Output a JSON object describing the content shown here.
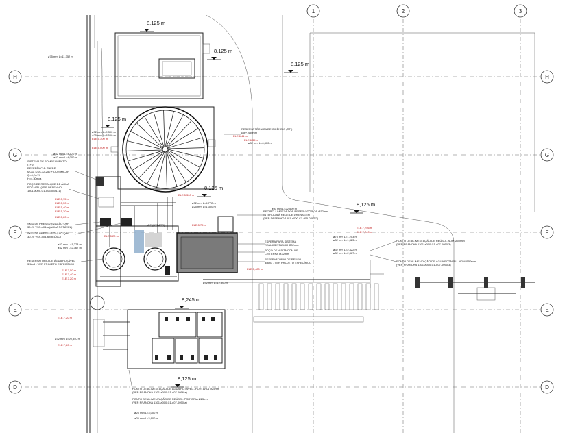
{
  "grid": {
    "columns": [
      "1",
      "2",
      "3"
    ],
    "rows": [
      "H",
      "G",
      "F",
      "E",
      "D"
    ]
  },
  "levels": [
    "8,125 m",
    "8,125 m",
    "8,125 m",
    "8,125 m",
    "8,125 m",
    "8,125 m",
    "8,245 m",
    "8,125 m"
  ],
  "notes": {
    "reserva_tecnica": "RESERVA TÉCNICA DE INCÊNDIO (RTI)",
    "reserva_tecnica_2": "Ø8P. 480mm",
    "sistema_bombeamento": "SISTEMA DE BOMBEAMENTO",
    "sistema_bombeamento_2": "(1+1)",
    "sistema_bombeamento_3": "REFERÊNCIA: THEBE",
    "sistema_bombeamento_4": "MOD. KSS-32-250 + OU SIMILAR",
    "sistema_bombeamento_5": "Q=4,2m³/h",
    "sistema_bombeamento_6": "H=x.30mca",
    "poco_recalque": "POÇO DE RECALQUE DE ÁGUA",
    "poco_recalque_2": "POTÁVEL (VER DESENHO",
    "poco_recalque_3": "1301-a000-C1-d05-0281-1)",
    "skid_1": "SKID DE PRESSURIZAÇÃO QPR",
    "skid_1b": "30-20 VSS-d04-a (ÁGUA POTÁVEL)",
    "skid_2": "SKID DE PRESSURIZAÇÃO QPR",
    "skid_2b": "30-20 VSS-d04-a (REÚSO)",
    "reservatorio_potavel": "RESERVATÓRIO DE ÁGUA POTÁVEL",
    "reservatorio_potavel_2": "3/4m3 - VER PROJETO ESPECÍFICO",
    "bypass": "M.F (BYPASS)",
    "limpeza": "RECIRC. LIMPEZA DOS RESERVATÓRIOS Ø32mm",
    "limpeza_2": "INTERLIGA À REDE DE DRENAGEM",
    "limpeza_3": "(VER DESENHO 1301-a000-C1-d05-0292/2)",
    "espera_sistema": "ESPERA PARA SISTEMA",
    "espera_sistema_2": "REALIMENTADOR Ø32mm",
    "poco_visita": "POÇO DE VISITA COM DE",
    "poco_visita_2": "CISTERNA Ø32mm",
    "reservatorio_reuso": "RESERVATÓRIO DE REÚSO",
    "reservatorio_reuso_2": "3/4m3 - VER PROJETO ESPECÍFICO",
    "ponto_reuso": "PONTO DE ALIMENTAÇÃO DE REÚSO - ADM Ø50mm",
    "ponto_reuso_2": "(VER PRANCHA 1301-a000-C1-d07-0050/3)",
    "ponto_potavel": "PONTO DE ALIMENTAÇÃO DE ÁGUA POTÁVEL - ADM Ø50mm",
    "ponto_potavel_2": "(VER PRANCHA 1301-a000-C1-d07-0050/3)",
    "portaria_potavel": "PONTO DE ALIMENTAÇÃO DE ÁGUA POTÁVEL - PORTARIA Ø25mm",
    "portaria_potavel_2": "(VER PRANCHA 1301-a000-C1-d07-0056-a)",
    "portaria_reuso": "PONTO DE ALIMENTAÇÃO DE REÚSO - PORTARIA Ø25mm",
    "portaria_reuso_2": "(VER PRANCHA 1301-a000-C1-d07-0050-a)"
  },
  "pipe_tags": {
    "t01": "ø75 mm L=11,352 m",
    "t02": "ø32 mm L=9,300 m",
    "t03": "ø25 mm L=8,560 m",
    "t04": "ø32 mm L=4,470 m",
    "t05": "ø32 mm L=4,000 m",
    "t06": "ø32 mm L=6,300 m",
    "t07": "ø32 mm L=1,273 m",
    "t08": "ø32 mm L=2,367 m",
    "t09": "ø32 mm L=12,500 m",
    "t10": "ø25 mm L=3,000 m",
    "t11": "ø25 mm L=3,600 m",
    "t12": "ø75 mm L=1,253 m",
    "t13": "ø32 mm L=1,323 m",
    "t14": "ø32 mm L=2,422 m",
    "t15": "ø32 mm L=2,367 m",
    "t16": "ø32 mm L=4,772 m",
    "t17": "ø25 mm L=1,300 m",
    "t18": "ø50 mm L=22,500 m",
    "t19": "ø32 mm L=20,840 m"
  },
  "red_tags": {
    "r01": "ELE.5,300 m",
    "r02": "ELE.5,000 m",
    "r03": "ELE.5,75 m",
    "r04": "ELE.5,30 m",
    "r05": "ELE.5,40 m",
    "r06": "ELE.5,20 m",
    "r07": "ELE.5,60 m",
    "r08": "ELE.5,20 m",
    "r09": "ELE.6,41 m",
    "r10": "ELE.6,35 m",
    "r11": "ELE.5,300 m",
    "r12": "ELE.5,75 m",
    "r13": "ELE.7,50 m",
    "r14": "ELE.7,40 m",
    "r15": "ELE.7,20 m",
    "r16": "ELE.7,20 m",
    "r17": "ELE.7,20 m",
    "r18": "ELE.7,756 m",
    "r19": "ELE.7,740 m",
    "r20": "ELE.5,480 m"
  }
}
